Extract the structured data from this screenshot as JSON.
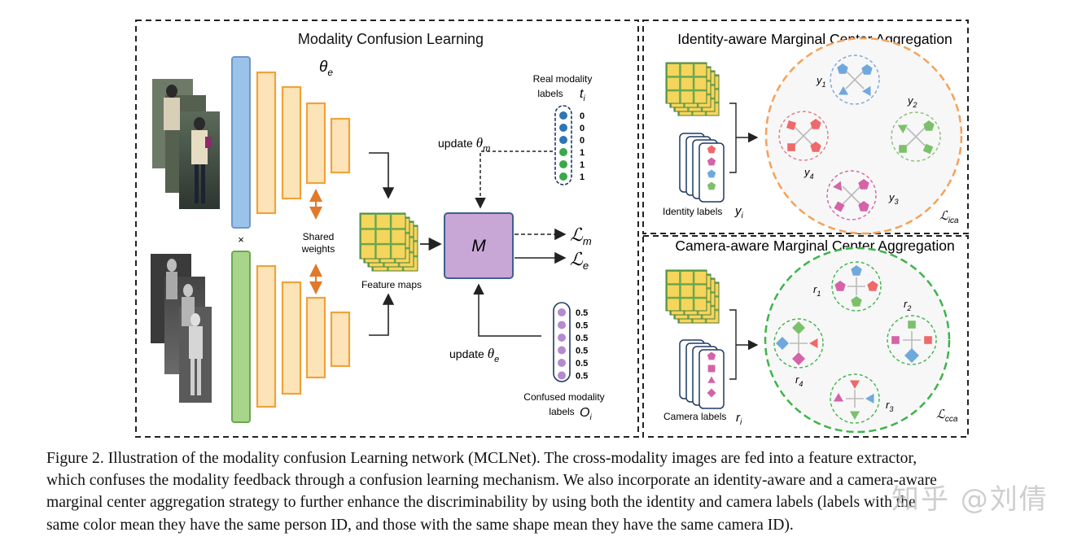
{
  "mcl": {
    "title": "Modality Confusion Learning",
    "theta_e": "θe",
    "shared_weights": [
      "Shared",
      "weights"
    ],
    "times": "×",
    "feature_maps": "Feature maps",
    "m_label": "M",
    "loss_m": "ℒm",
    "loss_e": "ℒe",
    "update_m": "update θm",
    "update_e": "update θe",
    "real_labels_title": [
      "Real modality",
      "labels"
    ],
    "real_labels_var": "ti",
    "real_values": [
      "0",
      "0",
      "0",
      "1",
      "1",
      "1"
    ],
    "confused_values": [
      "0.5",
      "0.5",
      "0.5",
      "0.5",
      "0.5",
      "0.5"
    ],
    "confused_labels_title": [
      "Confused modality",
      "labels"
    ],
    "confused_labels_var": "Oi"
  },
  "ica": {
    "title": "Identity-aware Marginal Center Aggregation",
    "labels_text": "Identity labels",
    "labels_var": "yi",
    "cluster_labels": [
      "y1",
      "y2",
      "y3",
      "y4"
    ],
    "loss": "ℒica"
  },
  "cca": {
    "title": "Camera-aware Marginal Center Aggregation",
    "labels_text": "Camera labels",
    "labels_var": "ri",
    "cluster_labels": [
      "r1",
      "r2",
      "r3",
      "r4"
    ],
    "loss": "ℒcca"
  },
  "caption": {
    "lines": [
      "Figure 2. Illustration of the modality confusion Learning network (MCLNet). The cross-modality images are fed into a feature extractor,",
      "which confuses the modality feedback through a confusion learning mechanism. We also incorporate an identity-aware and a camera-aware",
      "marginal center aggregation strategy to further enhance the discriminability by using both the identity and camera labels (labels with the",
      "same color mean they have the same person ID, and those with the same shape mean they have the same camera ID)."
    ]
  },
  "watermark": "知乎 @刘倩",
  "colors": {
    "orange": "#F0A23A",
    "orange_fill": "#FCE4B8",
    "blue_bar": "#9BC3EA",
    "green_bar": "#A8D58A",
    "m_box": "#C8A7D6",
    "feature_yellow": "#F6D55C",
    "feature_green": "#6AA84F",
    "ica_circle": "#F4A259",
    "cca_circle": "#3CB44B",
    "blue": "#6FA8DC",
    "green": "#7CC06B",
    "pink": "#D463A8",
    "red": "#EE6A6A"
  }
}
